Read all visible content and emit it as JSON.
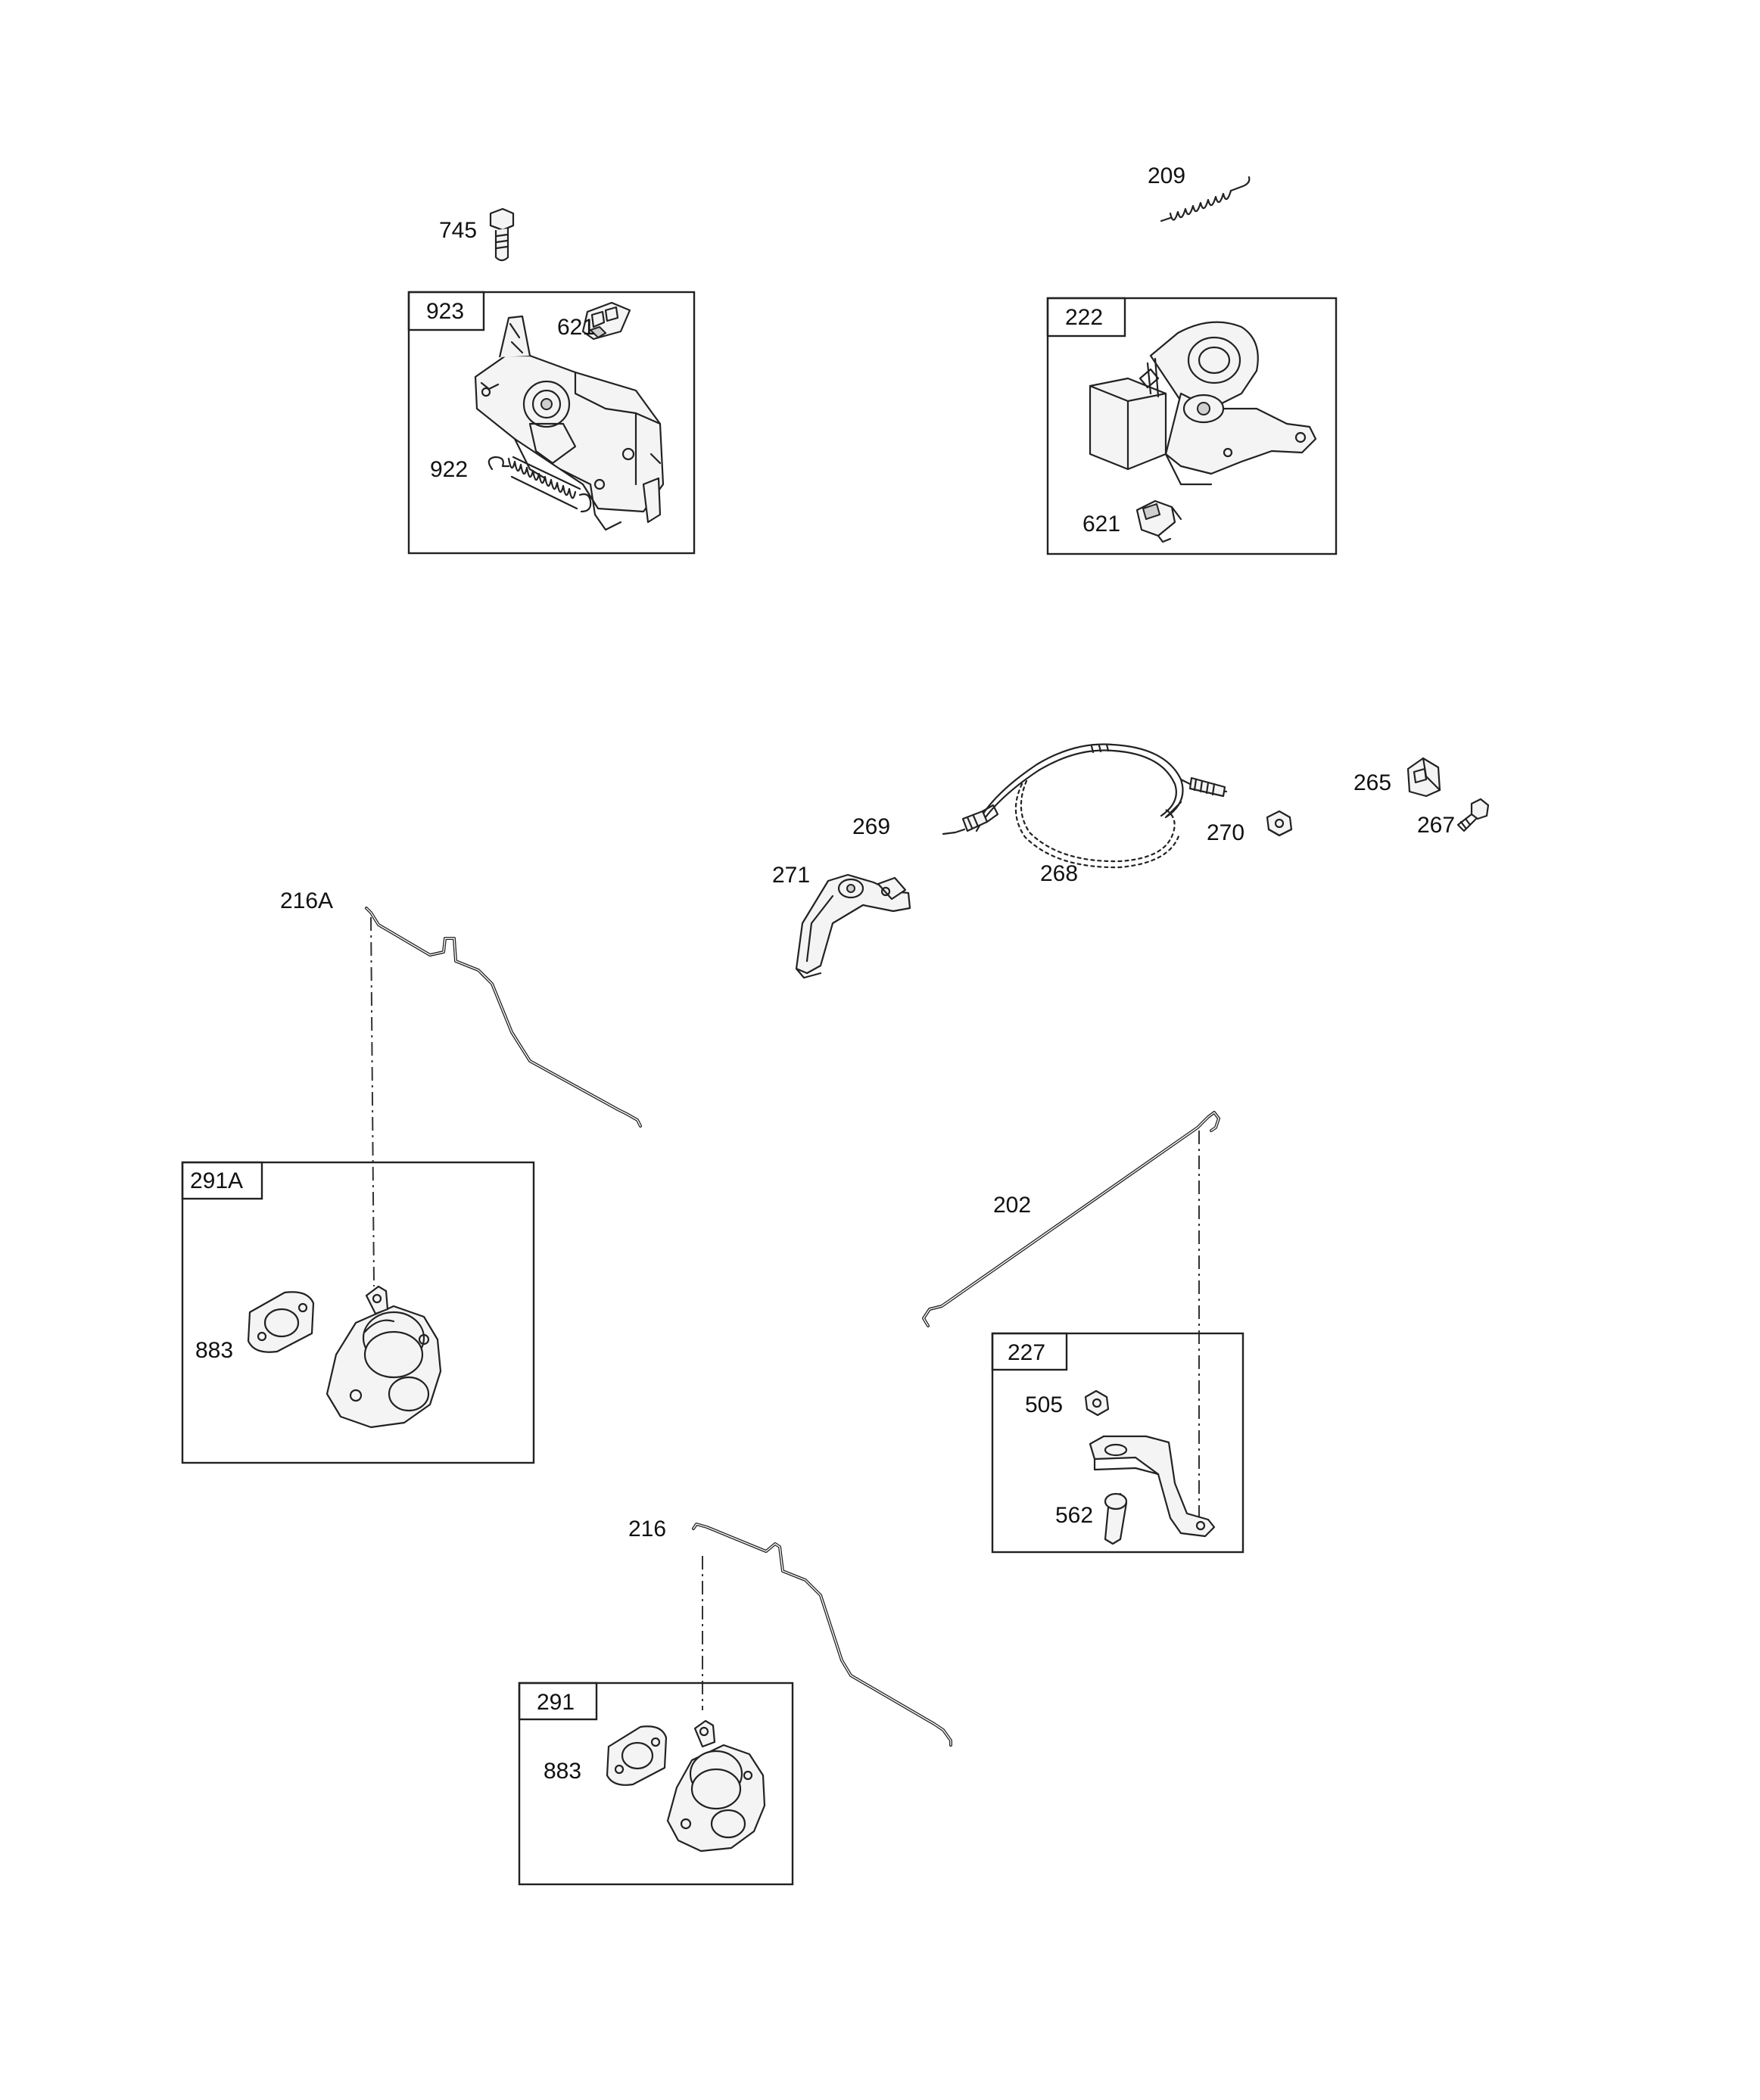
{
  "labels": {
    "p745": "745",
    "p923": "923",
    "p621a": "621",
    "p922": "922",
    "p209": "209",
    "p222": "222",
    "p621b": "621",
    "p265": "265",
    "p267": "267",
    "p269": "269",
    "p270": "270",
    "p268": "268",
    "p271": "271",
    "p216A": "216A",
    "p291A": "291A",
    "p883a": "883",
    "p202": "202",
    "p227": "227",
    "p505": "505",
    "p562": "562",
    "p216": "216",
    "p291": "291",
    "p883b": "883"
  }
}
